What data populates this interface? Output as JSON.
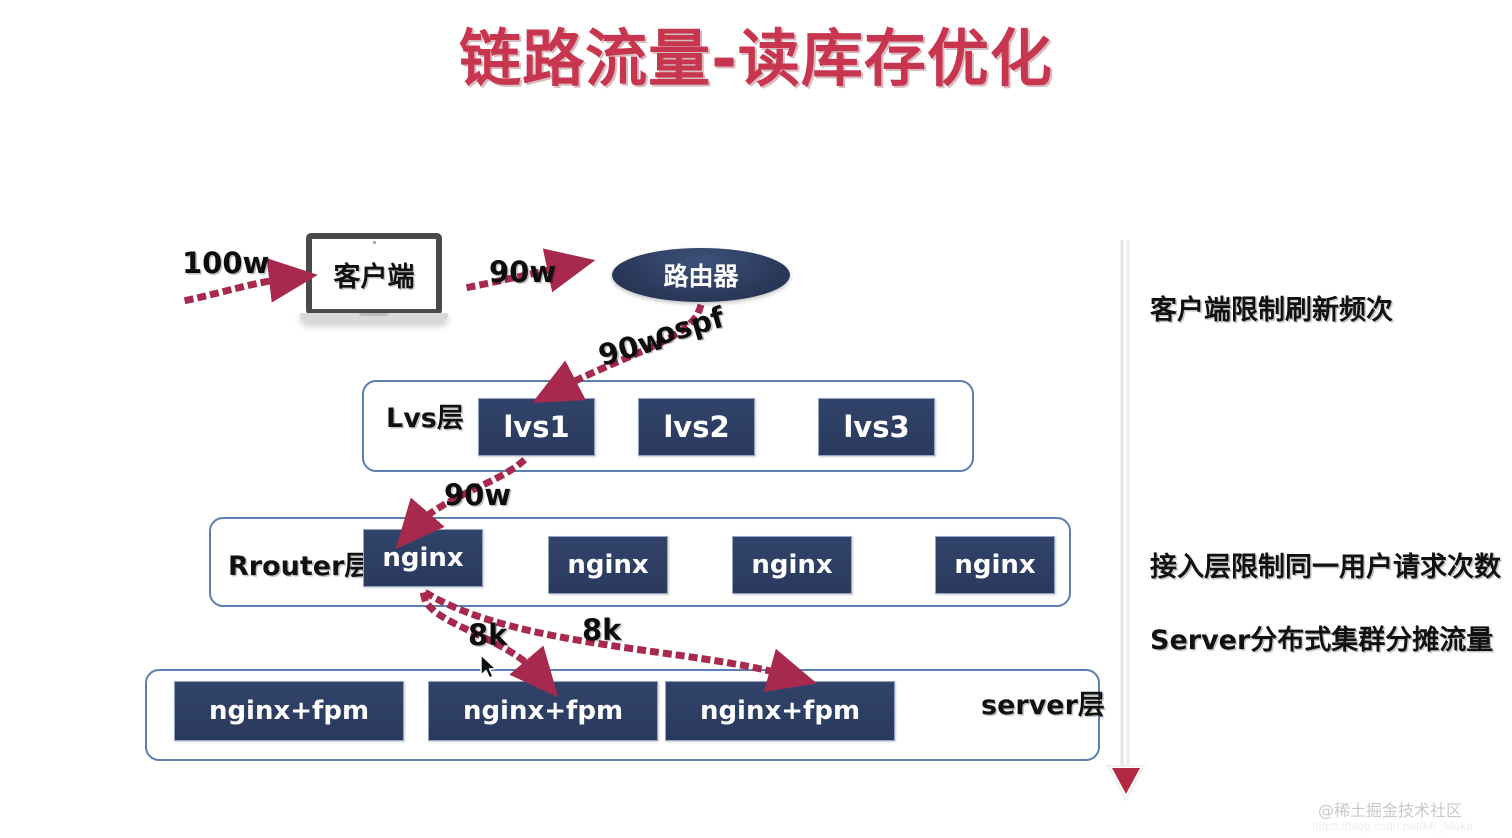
{
  "title": "链路流量-读库存优化",
  "colors": {
    "title": "#c8354f",
    "node_fill": "#2d3e63",
    "layer_border": "#5a7fb0",
    "arrow": "#a72a4e",
    "router_fill": "#2b3a5c"
  },
  "client": {
    "label": "客户端",
    "icon": "laptop-icon"
  },
  "router": {
    "label": "路由器"
  },
  "layers": [
    {
      "id": "lvs",
      "title": "Lvs层",
      "nodes": [
        "lvs1",
        "lvs2",
        "lvs3"
      ]
    },
    {
      "id": "rrouter",
      "title": "Rrouter层",
      "nodes": [
        "nginx",
        "nginx",
        "nginx",
        "nginx"
      ]
    },
    {
      "id": "server",
      "title": "server层",
      "nodes": [
        "nginx+fpm",
        "nginx+fpm",
        "nginx+fpm"
      ]
    }
  ],
  "flows": [
    {
      "id": "in-client",
      "label": "100w"
    },
    {
      "id": "client-router",
      "label": "90w"
    },
    {
      "id": "router-lvs-qty",
      "label": "90w"
    },
    {
      "id": "router-lvs-proto",
      "label": "ospf"
    },
    {
      "id": "lvs-nginx",
      "label": "90w"
    },
    {
      "id": "nginx-fpm-1",
      "label": "8k"
    },
    {
      "id": "nginx-fpm-2",
      "label": "8k"
    }
  ],
  "annotations": [
    "客户端限制刷新频次",
    "接入层限制同一用户请求次数",
    "Server分布式集群分摊流量"
  ],
  "watermark": {
    "handle": "@稀土掘金技术社区",
    "url": "https://blog.csdn.net/Mr_Moka"
  }
}
